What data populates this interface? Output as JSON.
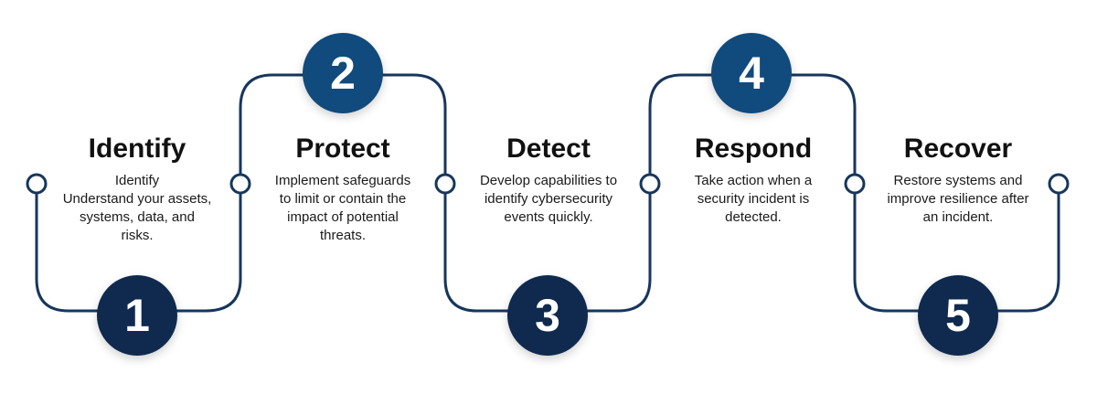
{
  "colors": {
    "line": "#17365c",
    "circle_dark": "#0f2a4e",
    "circle_mid": "#114a7c",
    "dot_fill": "#ffffff"
  },
  "steps": [
    {
      "number": "1",
      "title": "Identify",
      "description": "Identify\nUnderstand your assets,\nsystems, data, and\nrisks."
    },
    {
      "number": "2",
      "title": "Protect",
      "description": "Implement safeguards\nto limit or contain the\nimpact of potential\nthreats."
    },
    {
      "number": "3",
      "title": "Detect",
      "description": "Develop capabilities to\nidentify cybersecurity\nevents quickly."
    },
    {
      "number": "4",
      "title": "Respond",
      "description": "Take action when a\nsecurity incident is\ndetected."
    },
    {
      "number": "5",
      "title": "Recover",
      "description": "Restore systems and\nimprove resilience after\nan incident."
    }
  ]
}
